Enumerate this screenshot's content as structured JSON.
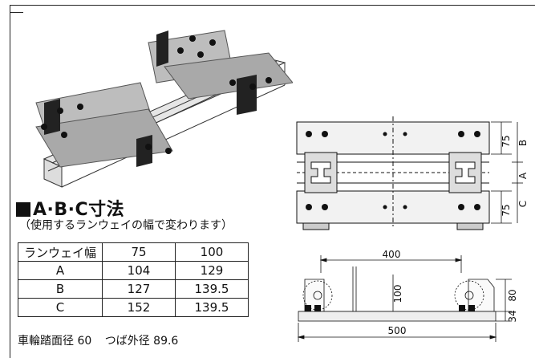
{
  "section": {
    "title": "A·B·C寸法",
    "subtitle": "（使用するランウェイの幅で変わります）"
  },
  "table": {
    "header": [
      "ランウェイ幅",
      "75",
      "100"
    ],
    "rows": [
      {
        "label": "A",
        "v75": "104",
        "v100": "129"
      },
      {
        "label": "B",
        "v75": "127",
        "v100": "139.5"
      },
      {
        "label": "C",
        "v75": "152",
        "v100": "139.5"
      }
    ]
  },
  "notes": {
    "wheel_tread": "車輪踏面径 60",
    "flange_outer": "つば外径 89.6"
  },
  "diagram_top": {
    "dim_75_top": "75",
    "dim_B": "B",
    "dim_A": "A",
    "dim_C": "C",
    "dim_75_bottom": "75"
  },
  "diagram_side": {
    "dim_400": "400",
    "dim_100": "100",
    "dim_80": "80",
    "dim_34": "34",
    "dim_500": "500"
  },
  "colors": {
    "plate": "#b9b9b9",
    "plate_dark": "#7c7c7c",
    "rail": "#d8d8d8",
    "ink": "#111111"
  }
}
